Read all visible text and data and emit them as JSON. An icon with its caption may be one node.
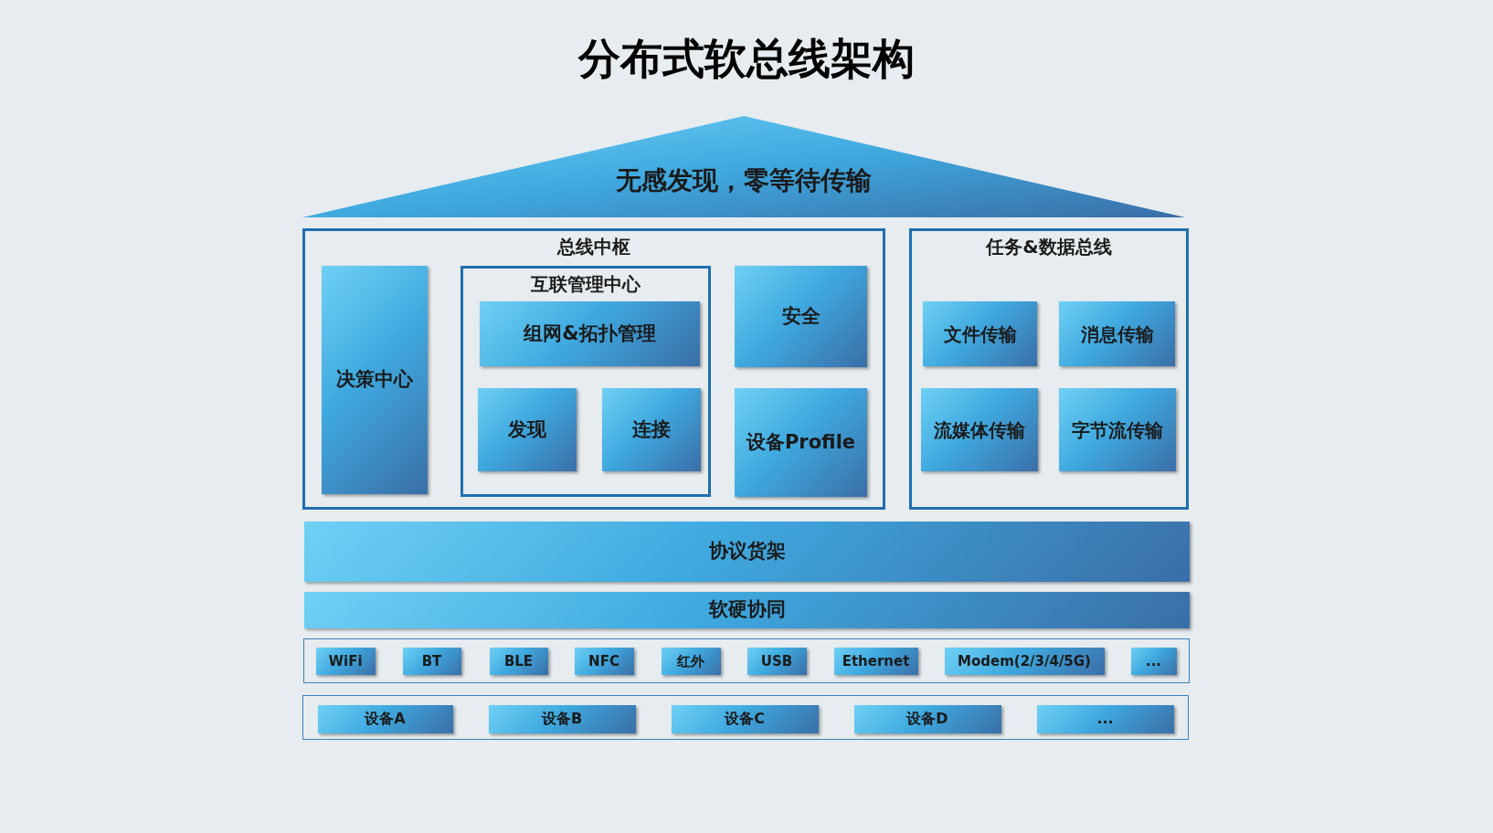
{
  "diagram": {
    "title": "分布式软总线架构",
    "nodes": [
      {
        "text": [
          "无感发现，零等待传输"
        ]
      },
      {
        "text": [
          "总线中枢"
        ]
      },
      {
        "text": [
          "决策中心"
        ],
        "in": 1
      },
      {
        "text": [
          "互联管理中心"
        ],
        "in": 1
      },
      {
        "text": [
          "组网&拓扑管理"
        ],
        "in": 3
      },
      {
        "text": [
          "发现"
        ],
        "in": 3
      },
      {
        "text": [
          "连接"
        ],
        "in": 3
      },
      {
        "text": [
          "安全"
        ],
        "in": 1
      },
      {
        "text": [
          "设备Profile"
        ],
        "in": 1
      },
      {
        "text": [
          "任务&数据总线"
        ]
      },
      {
        "text": [
          "文件传输"
        ],
        "in": 9
      },
      {
        "text": [
          "消息传输"
        ],
        "in": 9
      },
      {
        "text": [
          "流媒体传输"
        ],
        "in": 9
      },
      {
        "text": [
          "字节流传输"
        ],
        "in": 9
      },
      {
        "text": [
          "协议货架"
        ]
      },
      {
        "text": [
          "软硬协同"
        ]
      },
      {
        "text": [],
        "shape": "box"
      },
      {
        "text": [
          "WiFi"
        ],
        "in": 16
      },
      {
        "text": [
          "BT"
        ],
        "in": 16
      },
      {
        "text": [
          "BLE"
        ],
        "in": 16
      },
      {
        "text": [
          "NFC"
        ],
        "in": 16
      },
      {
        "text": [
          "红外"
        ],
        "in": 16
      },
      {
        "text": [
          "USB"
        ],
        "in": 16
      },
      {
        "text": [
          "Ethernet"
        ],
        "in": 16
      },
      {
        "text": [
          "Modem(2/3/4/5G)"
        ],
        "in": 16
      },
      {
        "text": [
          "..."
        ],
        "in": 16
      },
      {
        "text": [],
        "shape": "box"
      },
      {
        "text": [
          "设备A"
        ],
        "in": 26
      },
      {
        "text": [
          "设备B"
        ],
        "in": 26
      },
      {
        "text": [
          "设备C"
        ],
        "in": 26
      },
      {
        "text": [
          "设备D"
        ],
        "in": 26
      },
      {
        "text": [
          "..."
        ],
        "in": 26
      }
    ],
    "edges": []
  }
}
